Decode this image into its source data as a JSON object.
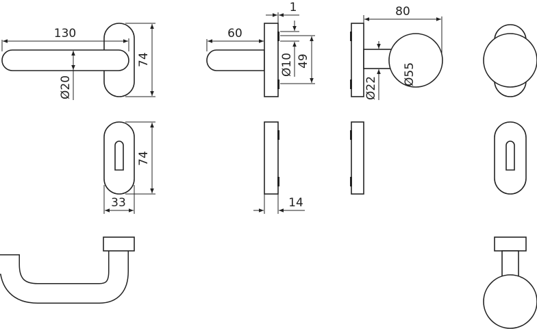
{
  "dimensions": {
    "lever_length": "130",
    "lever_diameter": "Ø20",
    "rose_height": "74",
    "lever_projection": "60",
    "gap": "1",
    "spindle_diameter": "Ø10",
    "rose_inner": "49",
    "knob_projection": "80",
    "knob_diameter": "Ø55",
    "neck_diameter": "Ø22",
    "escutcheon_height": "74",
    "escutcheon_width": "33",
    "escutcheon_thickness": "14"
  },
  "colors": {
    "line": "#222222",
    "background": "#ffffff"
  }
}
